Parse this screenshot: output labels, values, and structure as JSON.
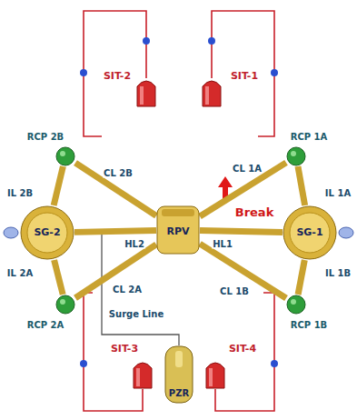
{
  "diagram": {
    "nodes": [
      {
        "text": [
          "SIT-2"
        ]
      },
      {
        "text": [
          "SIT-1"
        ]
      },
      {
        "text": [
          "RCP 2B"
        ]
      },
      {
        "text": [
          "RCP 1A"
        ]
      },
      {
        "text": [
          "SG-2"
        ]
      },
      {
        "text": [
          "RPV"
        ]
      },
      {
        "text": [
          "SG-1"
        ]
      },
      {
        "text": [
          "RCP 2A"
        ]
      },
      {
        "text": [
          "RCP 1B"
        ]
      },
      {
        "text": [
          "SIT-3"
        ]
      },
      {
        "text": [
          "PZR"
        ]
      },
      {
        "text": [
          "SIT-4"
        ]
      }
    ],
    "edges": [
      {
        "from": 5,
        "to": 6,
        "label": "HL1",
        "arrow": "none"
      },
      {
        "from": 5,
        "to": 4,
        "label": "HL2",
        "arrow": "none"
      },
      {
        "from": 6,
        "to": 3,
        "label": "IL 1A",
        "arrow": "none"
      },
      {
        "from": 6,
        "to": 8,
        "label": "IL 1B",
        "arrow": "none"
      },
      {
        "from": 4,
        "to": 2,
        "label": "IL 2B",
        "arrow": "none"
      },
      {
        "from": 4,
        "to": 7,
        "label": "IL 2A",
        "arrow": "none"
      },
      {
        "from": 3,
        "to": 5,
        "label": "CL 1A",
        "arrow": "none"
      },
      {
        "from": 8,
        "to": 5,
        "label": "CL 1B",
        "arrow": "none"
      },
      {
        "from": 2,
        "to": 5,
        "label": "CL 2B",
        "arrow": "none"
      },
      {
        "from": 7,
        "to": 5,
        "label": "CL 2A",
        "arrow": "none"
      }
    ],
    "labels": [
      "Break",
      "Surge Line"
    ]
  }
}
